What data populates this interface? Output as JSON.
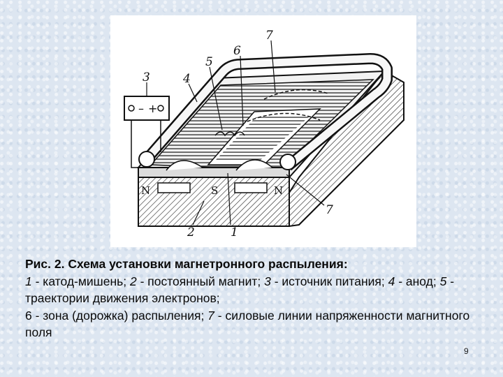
{
  "figure": {
    "labels": {
      "cathode": "1",
      "magnet": "2",
      "source": "3",
      "anode": "4",
      "trajectory": "5",
      "zone": "6",
      "field_lines_top": "7",
      "field_lines_side": "7"
    },
    "poles": {
      "left": "N",
      "center": "S",
      "right": "N"
    },
    "source_symbols": {
      "minus": "–",
      "plus": "+"
    }
  },
  "caption": {
    "title": "Рис. 2. Схема установки магнетронного распыления:",
    "items": [
      {
        "num": "1",
        "text": " - катод-мишень; "
      },
      {
        "num": "2",
        "text": " - постоянный магнит; "
      },
      {
        "num": "3",
        "text": " - источник питания; "
      },
      {
        "num": "4",
        "text": " - анод; "
      },
      {
        "num": "5",
        "text": " - траектории движения электронов;"
      },
      {
        "num": "6",
        "text": " - зона (дорожка) распыления; "
      },
      {
        "num": "7",
        "text": " - силовые линии напряженности магнитного поля"
      }
    ]
  },
  "page_number": "9"
}
